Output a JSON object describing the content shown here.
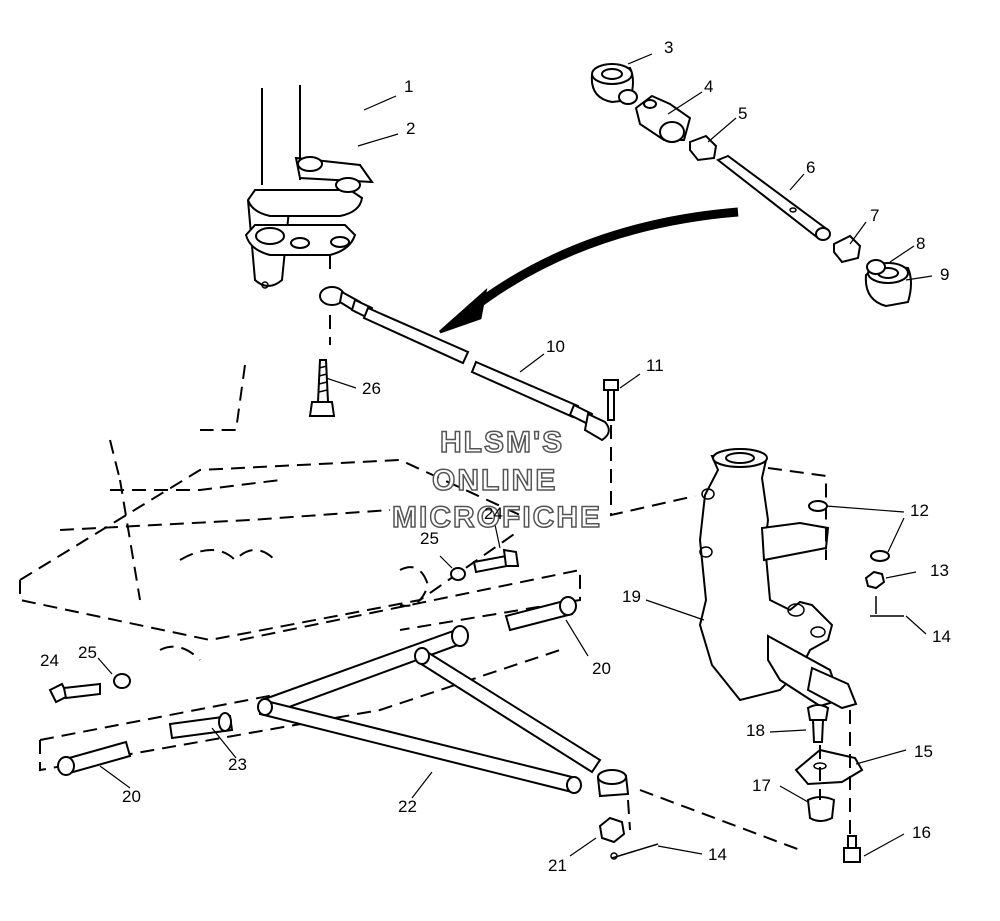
{
  "watermark": {
    "line1": "HLSM'S",
    "line2": "ONLINE",
    "line3": "MICROFICHE"
  },
  "callouts": [
    {
      "id": "c1",
      "label": "1"
    },
    {
      "id": "c2",
      "label": "2"
    },
    {
      "id": "c3",
      "label": "3"
    },
    {
      "id": "c4",
      "label": "4"
    },
    {
      "id": "c5",
      "label": "5"
    },
    {
      "id": "c6",
      "label": "6"
    },
    {
      "id": "c7",
      "label": "7"
    },
    {
      "id": "c8",
      "label": "8"
    },
    {
      "id": "c9",
      "label": "9"
    },
    {
      "id": "c10",
      "label": "10"
    },
    {
      "id": "c11",
      "label": "11"
    },
    {
      "id": "c12",
      "label": "12"
    },
    {
      "id": "c13",
      "label": "13"
    },
    {
      "id": "c14a",
      "label": "14"
    },
    {
      "id": "c14b",
      "label": "14"
    },
    {
      "id": "c15",
      "label": "15"
    },
    {
      "id": "c16",
      "label": "16"
    },
    {
      "id": "c17",
      "label": "17"
    },
    {
      "id": "c18",
      "label": "18"
    },
    {
      "id": "c19",
      "label": "19"
    },
    {
      "id": "c20a",
      "label": "20"
    },
    {
      "id": "c20b",
      "label": "20"
    },
    {
      "id": "c21",
      "label": "21"
    },
    {
      "id": "c22",
      "label": "22"
    },
    {
      "id": "c23",
      "label": "23"
    },
    {
      "id": "c24a",
      "label": "24"
    },
    {
      "id": "c24b",
      "label": "24"
    },
    {
      "id": "c25a",
      "label": "25"
    },
    {
      "id": "c25b",
      "label": "25"
    },
    {
      "id": "c26",
      "label": "26"
    }
  ]
}
